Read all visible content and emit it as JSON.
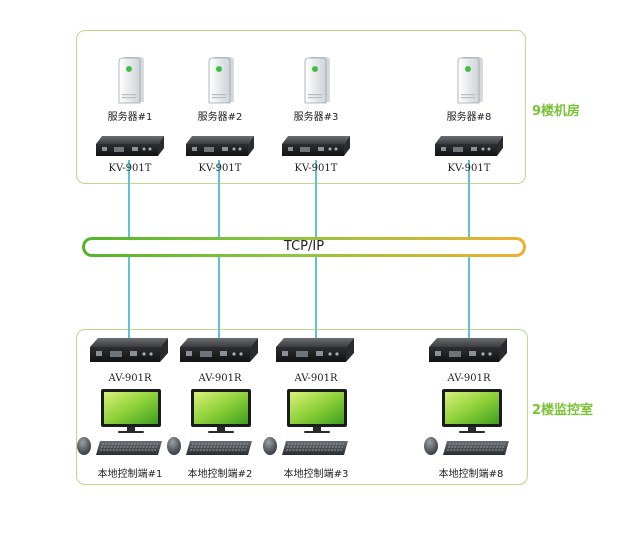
{
  "floor_top": {
    "label": "9楼机房"
  },
  "floor_bottom": {
    "label": "2楼监控室"
  },
  "network": {
    "label": "TCP/IP"
  },
  "servers": [
    {
      "name": "服务器#1",
      "model": "KV-901T"
    },
    {
      "name": "服务器#2",
      "model": "KV-901T"
    },
    {
      "name": "服务器#3",
      "model": "KV-901T"
    },
    {
      "name": "服务器#8",
      "model": "KV-901T"
    }
  ],
  "consoles": [
    {
      "name": "本地控制端#1",
      "model": "AV-901R"
    },
    {
      "name": "本地控制端#2",
      "model": "AV-901R"
    },
    {
      "name": "本地控制端#3",
      "model": "AV-901R"
    },
    {
      "name": "本地控制端#8",
      "model": "AV-901R"
    }
  ],
  "colors": {
    "room_border": "#b9dc8a",
    "room_label": "#7ac236",
    "link": "#5fc3cf",
    "bar_start": "#53b52a",
    "bar_end": "#f0b02e"
  },
  "icons": {
    "server": "server-tower-icon",
    "extender": "kvm-extender-icon",
    "monitor": "monitor-icon",
    "keyboard": "keyboard-icon",
    "mouse": "mouse-icon"
  }
}
